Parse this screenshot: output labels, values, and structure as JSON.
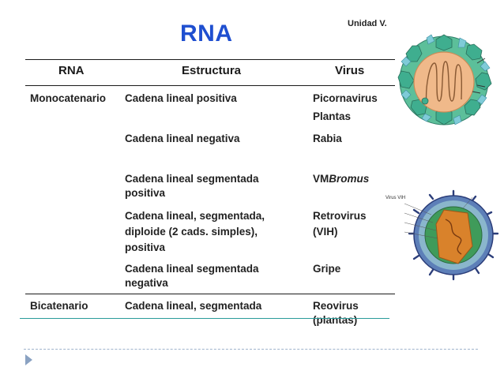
{
  "header": {
    "title": "RNA",
    "unit_label": "Unidad V."
  },
  "table": {
    "columns": [
      "RNA",
      "Estructura",
      "Virus"
    ],
    "rows": [
      {
        "type": "Monocatenario",
        "structure": "Cadena lineal positiva",
        "virus": "Picornavirus",
        "virus2": "Plantas"
      },
      {
        "type": "",
        "structure": "Cadena lineal negativa",
        "virus": "Rabia"
      },
      {
        "type": "",
        "structure": "Cadena lineal segmentada",
        "structure2": "positiva",
        "virus_prefix": "VM",
        "virus_italic": "Bromus"
      },
      {
        "type": "",
        "structure": "Cadena lineal, segmentada,",
        "structure2": "diploide (2 cads. simples),",
        "structure3": "positiva",
        "virus": "Retrovirus",
        "virus2": "(VIH)"
      },
      {
        "type": "",
        "structure": "Cadena lineal segmentada",
        "structure2": "negativa",
        "virus": "Gripe"
      },
      {
        "type": "Bicatenario",
        "structure": "Cadena lineal, segmentada",
        "virus": "Reovirus",
        "virus2": "(plantas)"
      }
    ]
  },
  "colors": {
    "title": "#1f4fd0",
    "accent_line": "#2a9c9a",
    "capsid": "#3fae8f",
    "hiv_core": "#d9822b"
  },
  "images": {
    "top": "picornavirus-capsid",
    "bottom": "vih-diagram",
    "bottom_title": "Virus VIH"
  }
}
